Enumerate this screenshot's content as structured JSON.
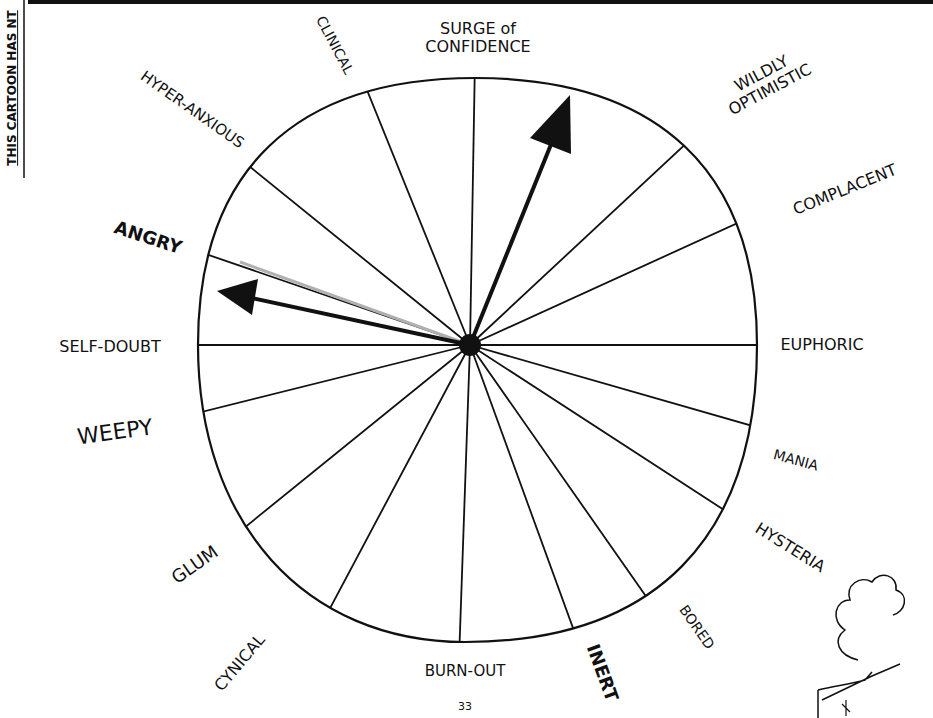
{
  "diagram": {
    "labels": [
      "THIS CARTOON HAS NT",
      "SURGE of CONFIDENCE",
      "CLINICAL",
      "WILDLY OPTIMISTIC",
      "HYPER-ANXIOUS",
      "COMPLACENT",
      "ANGRY",
      "SELF-DOUBT",
      "EUPHORIC",
      "WEEPY",
      "MANIA",
      "HYSTERIA",
      "GLUM",
      "BORED",
      "INERT",
      "CYNICAL",
      "BURN-OUT",
      "33"
    ]
  }
}
